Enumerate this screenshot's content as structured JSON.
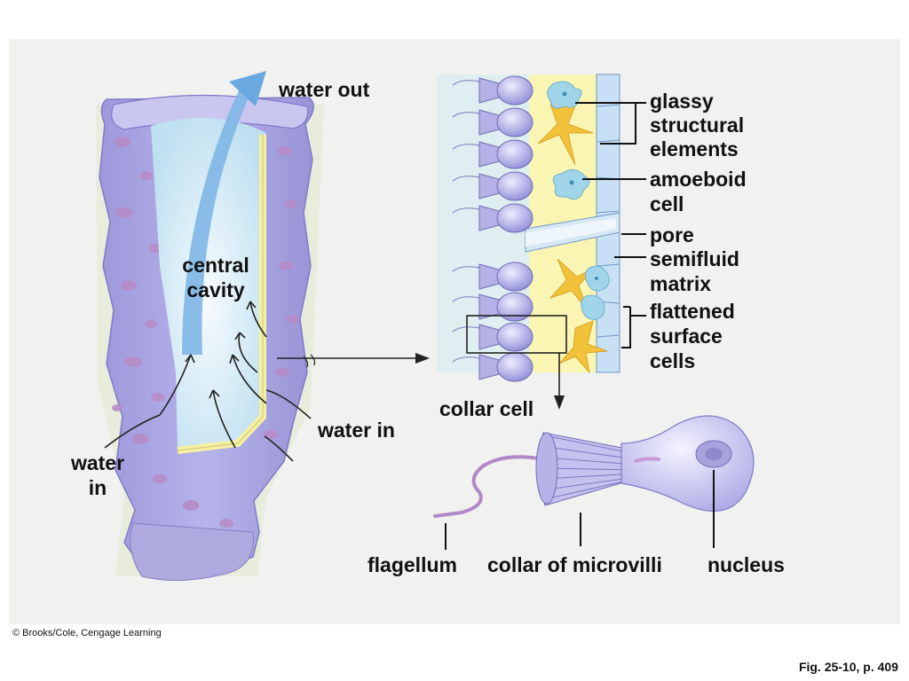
{
  "labels": {
    "water_out": "water out",
    "central_cavity_1": "central",
    "central_cavity_2": "cavity",
    "water_in_left_1": "water",
    "water_in_left_2": "in",
    "water_in_right": "water in",
    "glassy_1": "glassy",
    "glassy_2": "structural",
    "glassy_3": "elements",
    "amoeboid_1": "amoeboid",
    "amoeboid_2": "cell",
    "pore": "pore",
    "semifluid_1": "semifluid",
    "semifluid_2": "matrix",
    "flattened_1": "flattened",
    "flattened_2": "surface",
    "flattened_3": "cells",
    "collar_cell": "collar cell",
    "flagellum": "flagellum",
    "collar_microvilli": "collar of microvilli",
    "nucleus": "nucleus"
  },
  "footer": {
    "copyright": "© Brooks/Cole, Cengage Learning",
    "figure_ref": "Fig. 25-10, p. 409"
  },
  "colors": {
    "sponge_body": "#a7a3df",
    "sponge_spots": "#b98ac6",
    "cavity": "#dbeef8",
    "matrix": "#fbf5b4",
    "spicule": "#f2c23a",
    "cell": "#b8b6ea"
  }
}
